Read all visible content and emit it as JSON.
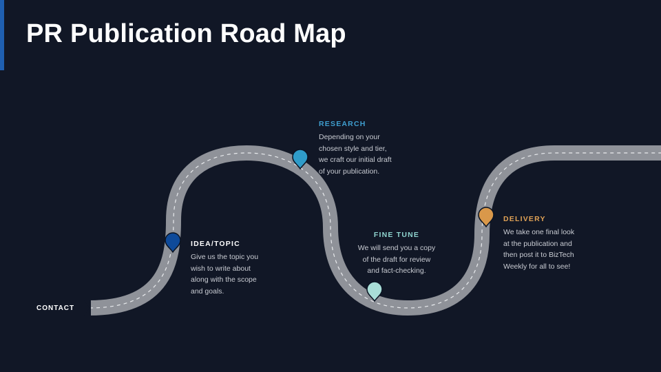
{
  "title": "PR Publication Road Map",
  "colors": {
    "background": "#111726",
    "road": "#8f9299",
    "accent_bar": "#1f5fb0"
  },
  "start_label": "CONTACT",
  "steps": [
    {
      "title": "IDEA/TOPIC",
      "description": "Give us the topic you\nwish to write about\nalong with the scope\nand goals.",
      "color": "#0e4a9a",
      "title_color": "#ffffff"
    },
    {
      "title": "RESEARCH",
      "description": "Depending on your\nchosen style and tier,\nwe craft our initial draft\nof your publication.",
      "color": "#2f9cc9",
      "title_color": "#3f9fd0"
    },
    {
      "title": "FINE TUNE",
      "description": "We will send you a copy\nof the draft for review\nand fact-checking.",
      "color": "#a9ded8",
      "title_color": "#8fd4cf"
    },
    {
      "title": "DELIVERY",
      "description": "We take one final look\nat the publication and\nthen post it to BizTech\nWeekly for all to see!",
      "color": "#d9984a",
      "title_color": "#e0a256"
    }
  ]
}
